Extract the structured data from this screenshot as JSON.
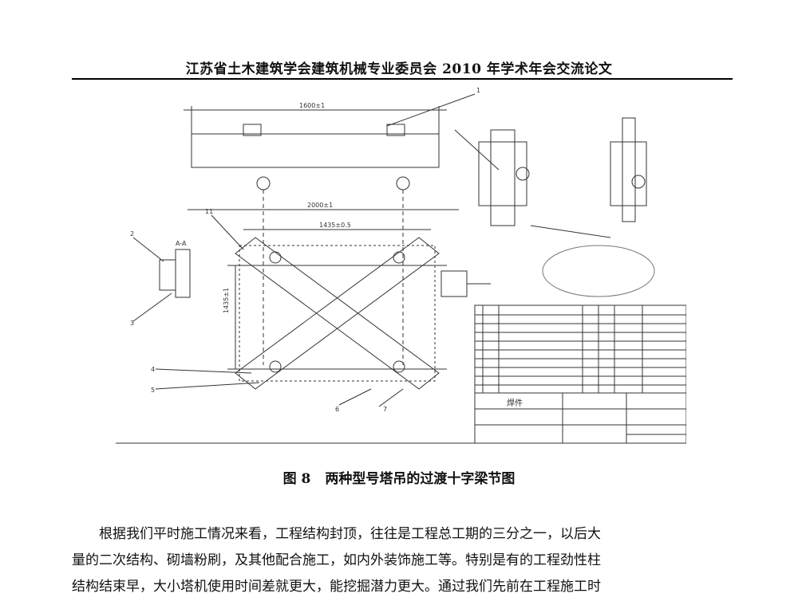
{
  "header": {
    "title": "江苏省土木建筑学会建筑机械专业委员会 2010 年学术年会交流论文"
  },
  "figure": {
    "number": "图 8",
    "title": "两种型号塔吊的过渡十字梁节图",
    "drawing_labels": {
      "dim_top": "1600±1",
      "dim_mid": "2000±1",
      "dim_x": "1435±0.5",
      "dim_v": "1435±1",
      "section_a": "A-A",
      "part_1": "1",
      "part_2": "2",
      "part_3": "3",
      "part_4": "4",
      "part_5": "5",
      "part_6": "6",
      "part_7": "7",
      "part_11": "11",
      "title_block_name": "焊件"
    }
  },
  "body": {
    "lines": [
      "根据我们平时施工情况来看，工程结构封顶，往往是工程总工期的三分之一，以后大",
      "量的二次结构、砌墙粉刷，及其他配合施工，如内外装饰施工等。特别是有的工程劲性柱",
      "结构结束早，大小塔机使用时间差就更大，能挖掘潜力更大。通过我们先前在工程施工时"
    ]
  }
}
